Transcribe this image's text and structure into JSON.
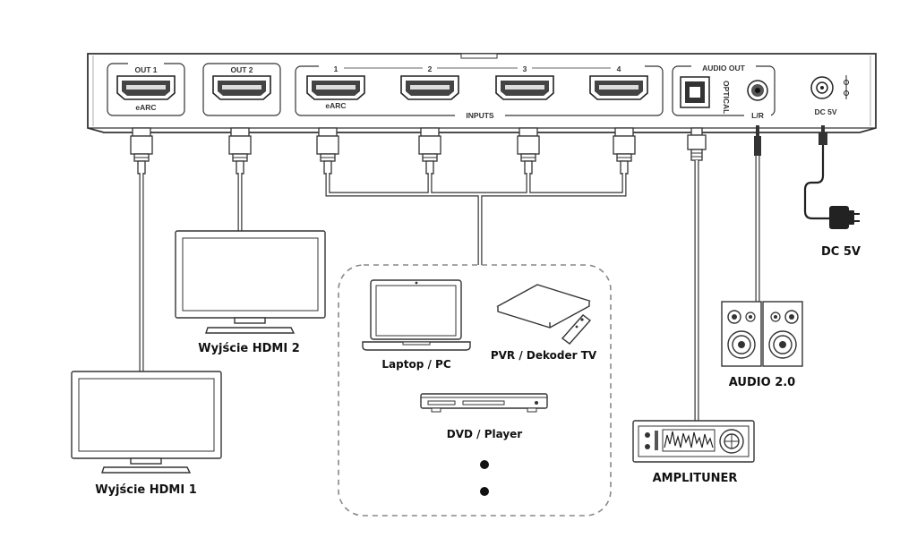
{
  "switch": {
    "out1": "OUT 1",
    "out2": "OUT 2",
    "earc": "eARC",
    "inputs_title": "INPUTS",
    "input_numbers": [
      "1",
      "2",
      "3",
      "4"
    ],
    "input1_earc": "eARC",
    "audio_out": "AUDIO OUT",
    "optical": "OPTICAL",
    "lr": "L/R",
    "dc": "DC 5V"
  },
  "labels": {
    "hdmi_out_2": "Wyjście HDMI 2",
    "hdmi_out_1": "Wyjście HDMI 1",
    "laptop": "Laptop / PC",
    "pvr": "PVR / Dekoder TV",
    "dvd": "DVD / Player",
    "amplituner": "AMPLITUNER",
    "audio": "AUDIO 2.0",
    "dc": "DC 5V"
  },
  "icons": [
    "hdmi-port-icon",
    "optical-port-icon",
    "audio-jack-icon",
    "dc-jack-icon",
    "tv-monitor-icon",
    "laptop-icon",
    "set-top-box-icon",
    "remote-icon",
    "dvd-player-icon",
    "amplifier-icon",
    "speaker-icon",
    "power-adapter-icon"
  ]
}
